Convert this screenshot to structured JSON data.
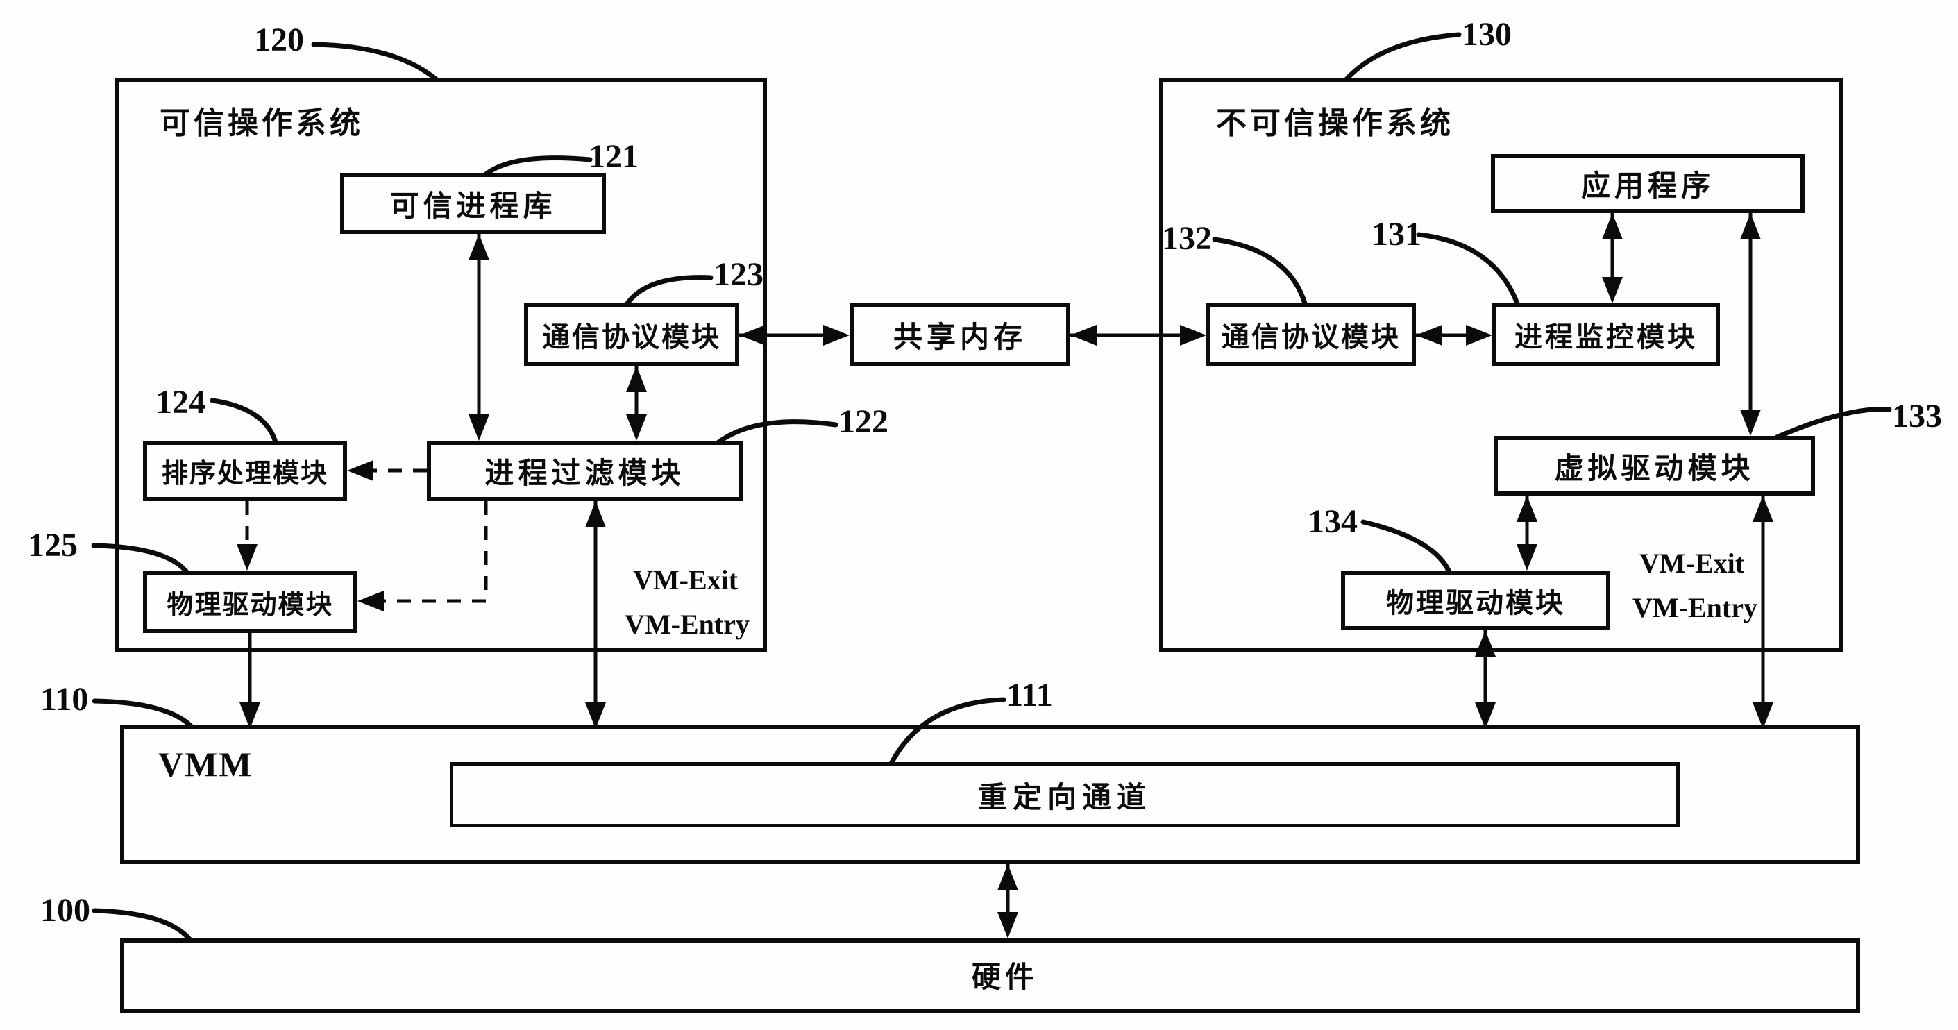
{
  "os_containers": {
    "trusted": {
      "label": "可信操作系统",
      "ref": "120"
    },
    "untrusted": {
      "label": "不可信操作系统",
      "ref": "130"
    }
  },
  "modules": {
    "trusted_process_library": {
      "label": "可信进程库",
      "ref": "121"
    },
    "comm_protocol_trusted": {
      "label": "通信协议模块",
      "ref": "123"
    },
    "shared_memory": {
      "label": "共享内存"
    },
    "comm_protocol_untrusted": {
      "label": "通信协议模块",
      "ref": "132"
    },
    "process_monitor": {
      "label": "进程监控模块",
      "ref": "131"
    },
    "application": {
      "label": "应用程序"
    },
    "sort_processing": {
      "label": "排序处理模块",
      "ref": "124"
    },
    "process_filter": {
      "label": "进程过滤模块",
      "ref": "122"
    },
    "physical_driver_trusted": {
      "label": "物理驱动模块",
      "ref": "125"
    },
    "virtual_driver": {
      "label": "虚拟驱动模块",
      "ref": "133"
    },
    "physical_driver_untrusted": {
      "label": "物理驱动模块",
      "ref": "134"
    }
  },
  "layers": {
    "vmm": {
      "label": "VMM",
      "ref": "110"
    },
    "redirect_channel": {
      "label": "重定向通道",
      "ref": "111"
    },
    "hardware": {
      "label": "硬件",
      "ref": "100"
    }
  },
  "annotations": {
    "vm_exit": "VM-Exit",
    "vm_entry": "VM-Entry"
  },
  "colors": {
    "ink": "#0b0b0b",
    "background": "#fefefe"
  }
}
